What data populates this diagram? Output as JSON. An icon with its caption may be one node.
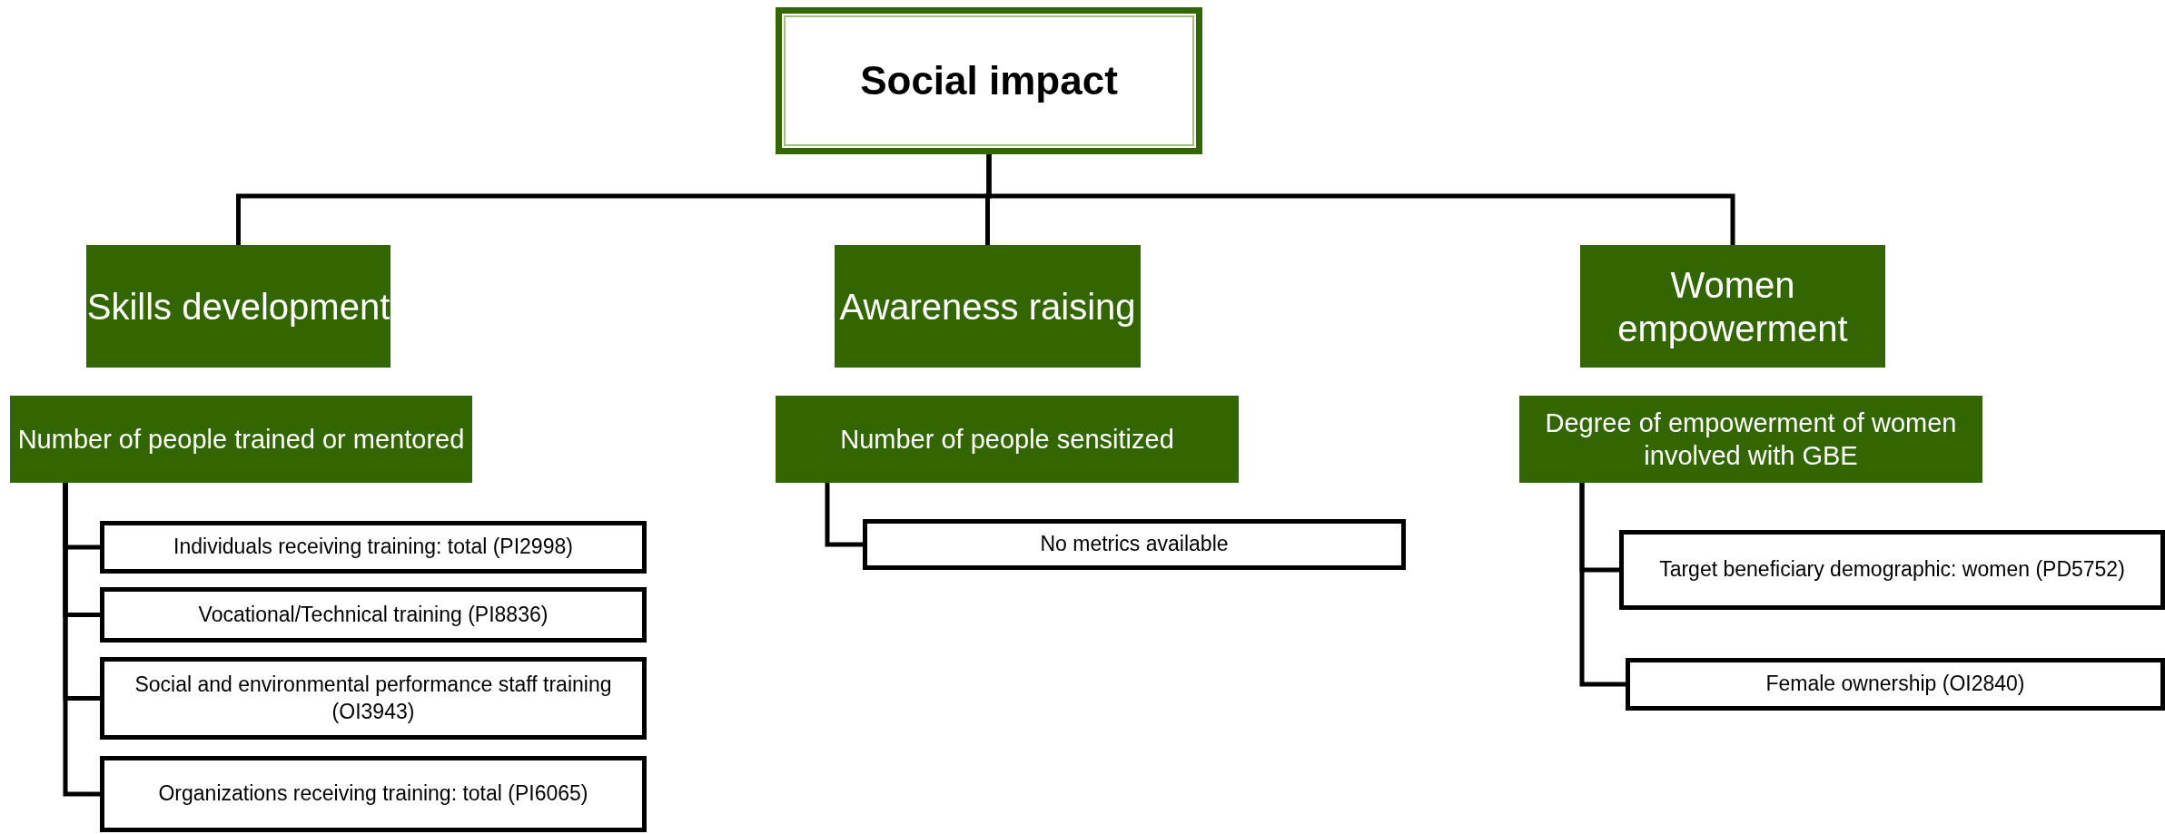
{
  "diagram": {
    "nodes": [
      {
        "text": [
          "Social impact"
        ]
      },
      {
        "text": [
          "Skills development"
        ]
      },
      {
        "text": [
          "Number of people trained or mentored"
        ]
      },
      {
        "text": [
          "Individuals receiving training: total (PI2998)"
        ]
      },
      {
        "text": [
          "Vocational/Technical training (PI8836)"
        ]
      },
      {
        "text": [
          "Social and environmental performance staff training (OI3943)"
        ]
      },
      {
        "text": [
          "Organizations receiving training: total (PI6065)"
        ]
      },
      {
        "text": [
          "Awareness raising"
        ]
      },
      {
        "text": [
          "Number of people sensitized"
        ]
      },
      {
        "text": [
          "No metrics available"
        ]
      },
      {
        "text": [
          "Women empowerment"
        ]
      },
      {
        "text": [
          "Degree of empowerment of women involved with GBE"
        ]
      },
      {
        "text": [
          "Target beneficiary demographic: women (PD5752)"
        ]
      },
      {
        "text": [
          "Female ownership (OI2840)"
        ]
      }
    ],
    "edges": [
      {
        "from": 0,
        "to": 1,
        "arrow": "none"
      },
      {
        "from": 0,
        "to": 7,
        "arrow": "none"
      },
      {
        "from": 0,
        "to": 10,
        "arrow": "none"
      },
      {
        "from": 2,
        "to": 3,
        "arrow": "none"
      },
      {
        "from": 2,
        "to": 4,
        "arrow": "none"
      },
      {
        "from": 2,
        "to": 5,
        "arrow": "none"
      },
      {
        "from": 2,
        "to": 6,
        "arrow": "none"
      },
      {
        "from": 8,
        "to": 9,
        "arrow": "none"
      },
      {
        "from": 11,
        "to": 12,
        "arrow": "none"
      },
      {
        "from": 11,
        "to": 13,
        "arrow": "none"
      }
    ]
  }
}
